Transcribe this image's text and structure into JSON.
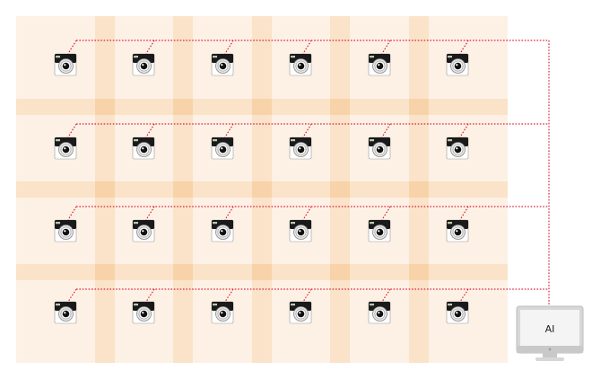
{
  "layout": {
    "rows": 4,
    "cols": 6
  },
  "colors": {
    "floor": "#fdf1e5",
    "aisle": "#fae3c8",
    "aisle_cross": "#f8d3a9",
    "wire": "#e0203c",
    "camera_body": "#1a1a1a",
    "camera_face": "#ffffff",
    "monitor_frame": "#d7d7d7",
    "monitor_screen": "#f4f4f4"
  },
  "icons": {
    "camera": "camera-icon",
    "monitor": "monitor-icon"
  },
  "monitor": {
    "label": "AI"
  }
}
